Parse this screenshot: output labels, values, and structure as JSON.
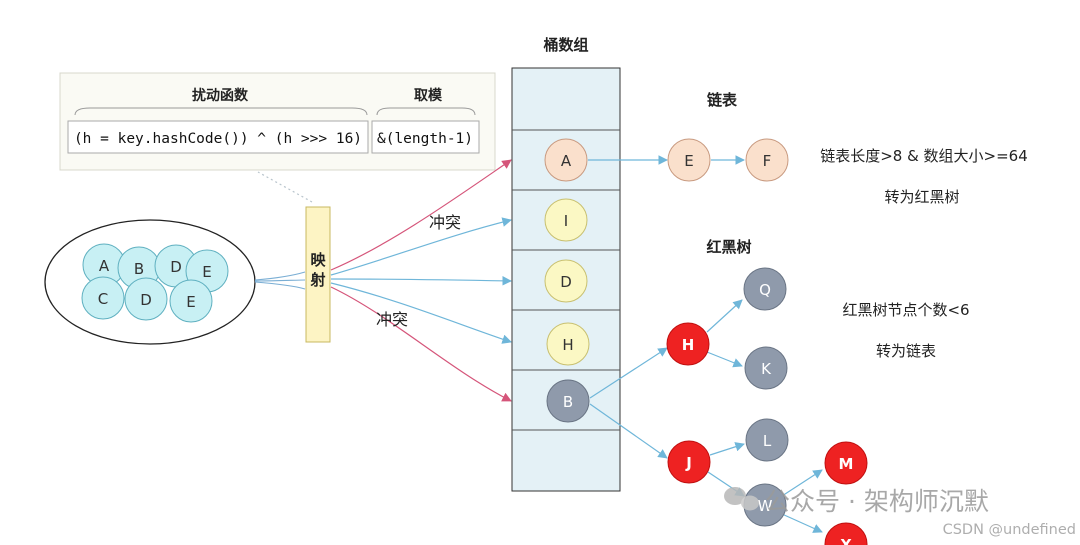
{
  "hash_box": {
    "perturb_label": "扰动函数",
    "perturb_code": "(h = key.hashCode()) ^ (h >>> 16)",
    "modulo_label": "取模",
    "modulo_code": "&(length-1)"
  },
  "keys": [
    "A",
    "B",
    "D",
    "E",
    "C",
    "D",
    "E"
  ],
  "mapping_label": [
    "映",
    "射"
  ],
  "collision_label_top": "冲突",
  "collision_label_bottom": "冲突",
  "bucket_array": {
    "title": "桶数组",
    "slots": [
      "",
      "A",
      "I",
      "D",
      "H",
      "B",
      ""
    ]
  },
  "linked_list": {
    "title": "链表",
    "nodes": [
      "E",
      "F"
    ],
    "rule_line1": "链表长度>8 & 数组大小>=64",
    "rule_line2": "转为红黑树"
  },
  "red_black_tree": {
    "title": "红黑树",
    "nodes": [
      "H",
      "Q",
      "K",
      "J",
      "L",
      "W",
      "M",
      "X"
    ],
    "rule_line1": "红黑树节点个数<6",
    "rule_line2": "转为链表"
  },
  "watermark": {
    "main": "公众号 · 架构师沉默",
    "sub": "CSDN @undefined"
  },
  "colors": {
    "cyan_node": "#c8f0f4",
    "peach_node": "#fae0cc",
    "yellow_node": "#fbf8c4",
    "gray_node": "#8f9aab",
    "red_node": "#ee2222",
    "bucket_fill": "#e4f1f6",
    "mapping_fill": "#fdf4c4",
    "arrow_blue": "#6fb6d9",
    "arrow_pink": "#d5557a"
  }
}
